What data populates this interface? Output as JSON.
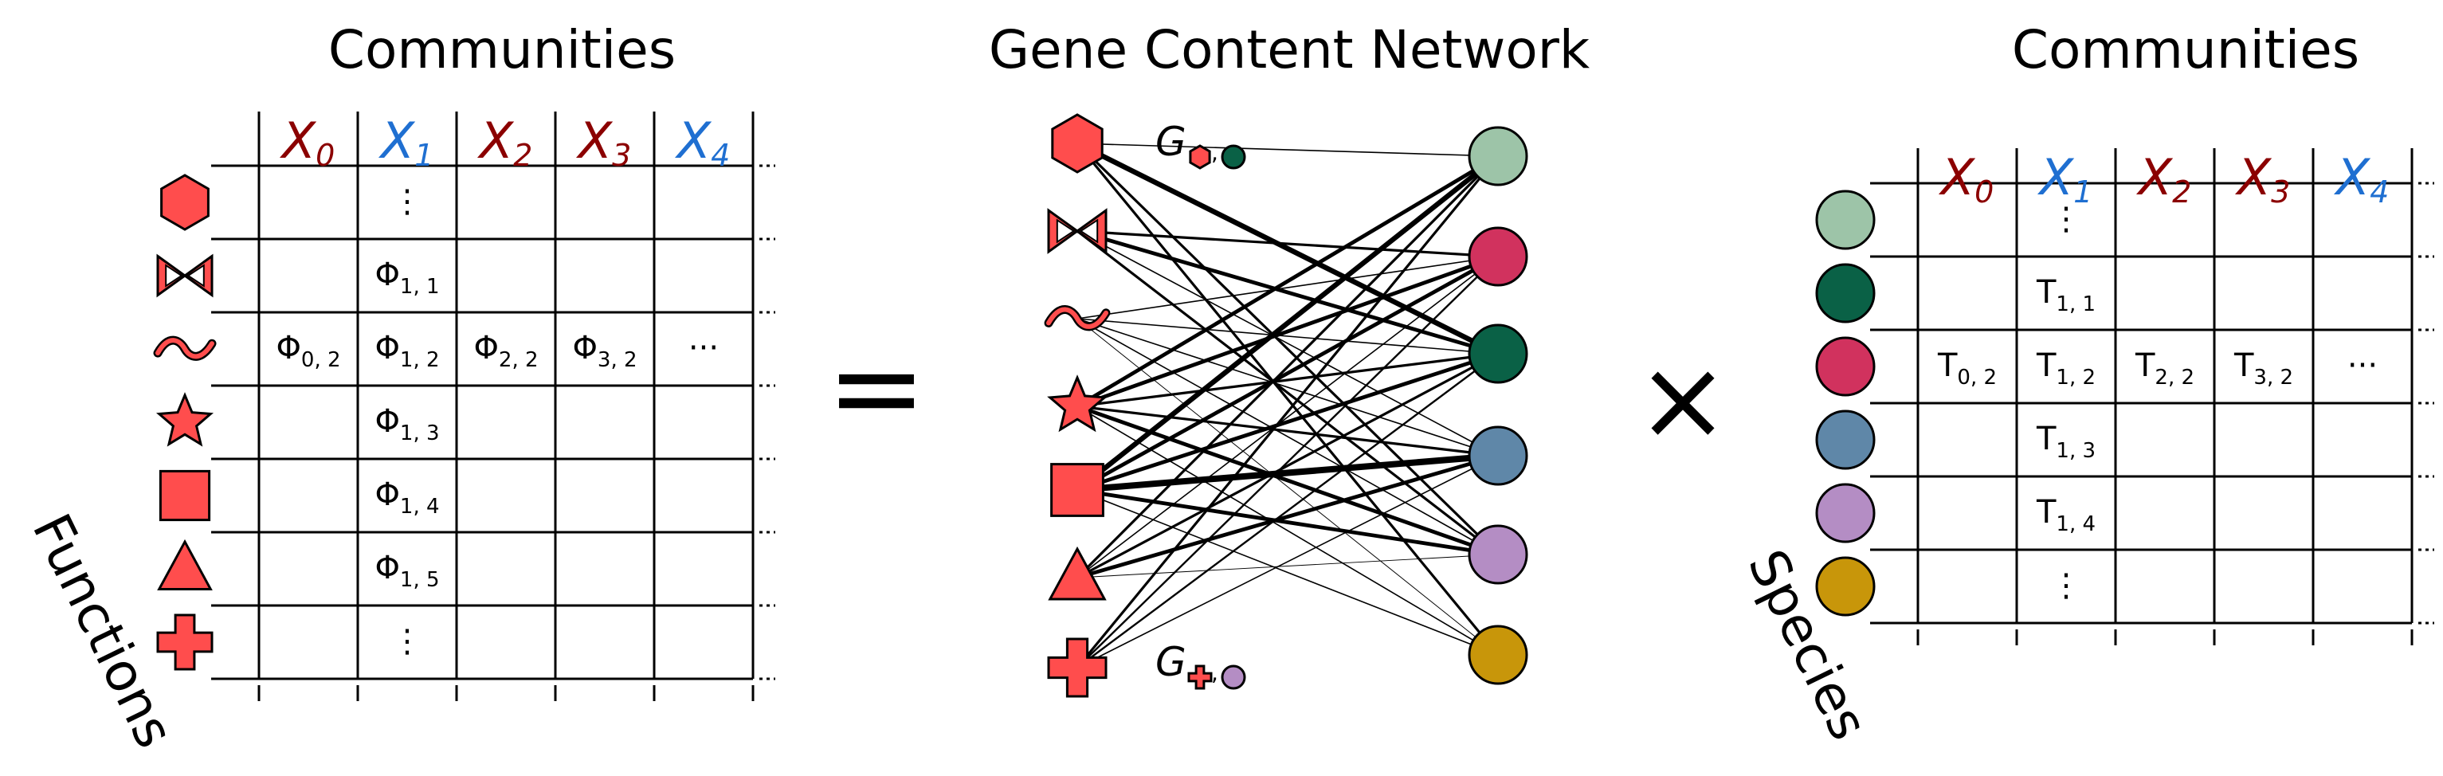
{
  "colors": {
    "function_red": "#ff4d4d",
    "header_red": "#8b0000",
    "header_blue": "#1f6fd1",
    "species": [
      "#9dc4a8",
      "#d1325e",
      "#0a6146",
      "#5f87a8",
      "#b48dc4",
      "#c8960a"
    ]
  },
  "titles": {
    "left": "Communities",
    "center": "Gene Content Network",
    "right": "Communities"
  },
  "axis_labels": {
    "functions": "Functions",
    "species": "Species"
  },
  "operators": {
    "equals": "=",
    "times": "×"
  },
  "left_matrix": {
    "headers": [
      {
        "base": "X",
        "sub": "0",
        "color": "red"
      },
      {
        "base": "X",
        "sub": "1",
        "color": "blue"
      },
      {
        "base": "X",
        "sub": "2",
        "color": "red"
      },
      {
        "base": "X",
        "sub": "3",
        "color": "red"
      },
      {
        "base": "X",
        "sub": "4",
        "color": "blue"
      }
    ],
    "row_icons": [
      "hexagon-icon",
      "bowtie-icon",
      "tilde-icon",
      "star-icon",
      "square-icon",
      "triangle-icon",
      "cross-icon"
    ],
    "cells": [
      {
        "row": 0,
        "col": 1,
        "base": "⋮",
        "sub": ""
      },
      {
        "row": 1,
        "col": 1,
        "base": "Φ",
        "sub": "1, 1"
      },
      {
        "row": 2,
        "col": 0,
        "base": "Φ",
        "sub": "0, 2"
      },
      {
        "row": 2,
        "col": 1,
        "base": "Φ",
        "sub": "1, 2"
      },
      {
        "row": 2,
        "col": 2,
        "base": "Φ",
        "sub": "2, 2"
      },
      {
        "row": 2,
        "col": 3,
        "base": "Φ",
        "sub": "3, 2"
      },
      {
        "row": 2,
        "col": 4,
        "base": "···",
        "sub": ""
      },
      {
        "row": 3,
        "col": 1,
        "base": "Φ",
        "sub": "1, 3"
      },
      {
        "row": 4,
        "col": 1,
        "base": "Φ",
        "sub": "1, 4"
      },
      {
        "row": 5,
        "col": 1,
        "base": "Φ",
        "sub": "1, 5"
      },
      {
        "row": 6,
        "col": 1,
        "base": "⋮",
        "sub": ""
      }
    ]
  },
  "network": {
    "function_nodes": [
      "hexagon-icon",
      "bowtie-icon",
      "tilde-icon",
      "star-icon",
      "square-icon",
      "triangle-icon",
      "cross-icon"
    ],
    "species_nodes": 6,
    "labels": [
      {
        "text": "G",
        "function": "hexagon-icon",
        "species": 2
      },
      {
        "text": "G",
        "function": "cross-icon",
        "species": 4
      }
    ],
    "edges": [
      [
        0,
        0,
        1
      ],
      [
        0,
        2,
        4
      ],
      [
        0,
        4,
        2
      ],
      [
        0,
        5,
        2
      ],
      [
        1,
        1,
        2
      ],
      [
        1,
        2,
        3
      ],
      [
        1,
        4,
        2
      ],
      [
        1,
        3,
        1
      ],
      [
        2,
        1,
        1
      ],
      [
        2,
        2,
        1
      ],
      [
        2,
        3,
        1
      ],
      [
        2,
        4,
        1
      ],
      [
        2,
        5,
        0.6
      ],
      [
        3,
        0,
        3
      ],
      [
        3,
        1,
        3
      ],
      [
        3,
        2,
        2
      ],
      [
        3,
        3,
        2
      ],
      [
        3,
        4,
        3
      ],
      [
        3,
        5,
        1
      ],
      [
        4,
        0,
        4
      ],
      [
        4,
        1,
        3
      ],
      [
        4,
        2,
        3
      ],
      [
        4,
        3,
        5
      ],
      [
        4,
        4,
        3
      ],
      [
        4,
        5,
        1
      ],
      [
        5,
        0,
        2
      ],
      [
        5,
        1,
        1
      ],
      [
        5,
        2,
        2
      ],
      [
        5,
        3,
        3
      ],
      [
        5,
        4,
        0.6
      ],
      [
        6,
        0,
        2
      ],
      [
        6,
        1,
        1.5
      ],
      [
        6,
        2,
        1.5
      ],
      [
        6,
        3,
        1
      ]
    ]
  },
  "right_matrix": {
    "headers": [
      {
        "base": "X",
        "sub": "0",
        "color": "red"
      },
      {
        "base": "X",
        "sub": "1",
        "color": "blue"
      },
      {
        "base": "X",
        "sub": "2",
        "color": "red"
      },
      {
        "base": "X",
        "sub": "3",
        "color": "red"
      },
      {
        "base": "X",
        "sub": "4",
        "color": "blue"
      }
    ],
    "row_species": [
      0,
      2,
      1,
      3,
      4,
      5
    ],
    "cells": [
      {
        "row": 0,
        "col": 1,
        "base": "⋮",
        "sub": ""
      },
      {
        "row": 1,
        "col": 1,
        "base": "T",
        "sub": "1, 1"
      },
      {
        "row": 2,
        "col": 0,
        "base": "T",
        "sub": "0, 2"
      },
      {
        "row": 2,
        "col": 1,
        "base": "T",
        "sub": "1, 2"
      },
      {
        "row": 2,
        "col": 2,
        "base": "T",
        "sub": "2, 2"
      },
      {
        "row": 2,
        "col": 3,
        "base": "T",
        "sub": "3, 2"
      },
      {
        "row": 2,
        "col": 4,
        "base": "···",
        "sub": ""
      },
      {
        "row": 3,
        "col": 1,
        "base": "T",
        "sub": "1, 3"
      },
      {
        "row": 4,
        "col": 1,
        "base": "T",
        "sub": "1, 4"
      },
      {
        "row": 5,
        "col": 1,
        "base": "⋮",
        "sub": ""
      }
    ]
  }
}
